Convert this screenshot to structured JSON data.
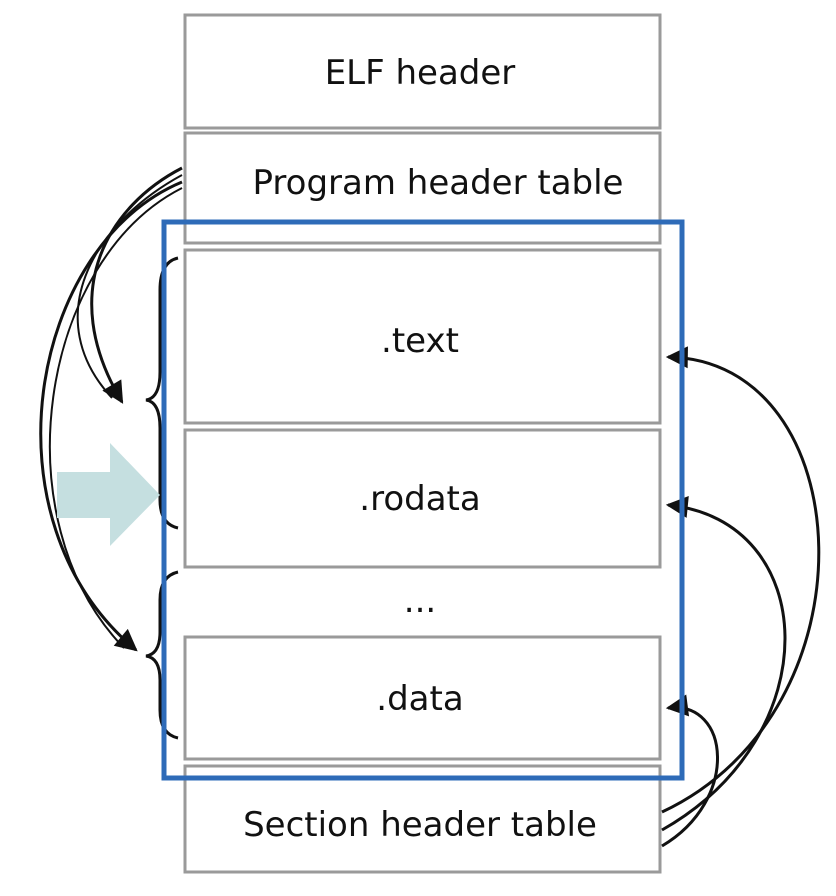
{
  "diagram": {
    "segments": {
      "elf_header": "ELF header",
      "program_header_table": "Program header table",
      "text": ".text",
      "rodata": ".rodata",
      "ellipsis": "...",
      "data": ".data",
      "section_header_table": "Section header table"
    },
    "colors": {
      "box_border": "#9a9a9a",
      "highlight": "#2e6bb8",
      "pointer_arrow": "#c5dfe0",
      "arrows": "#111111"
    }
  }
}
